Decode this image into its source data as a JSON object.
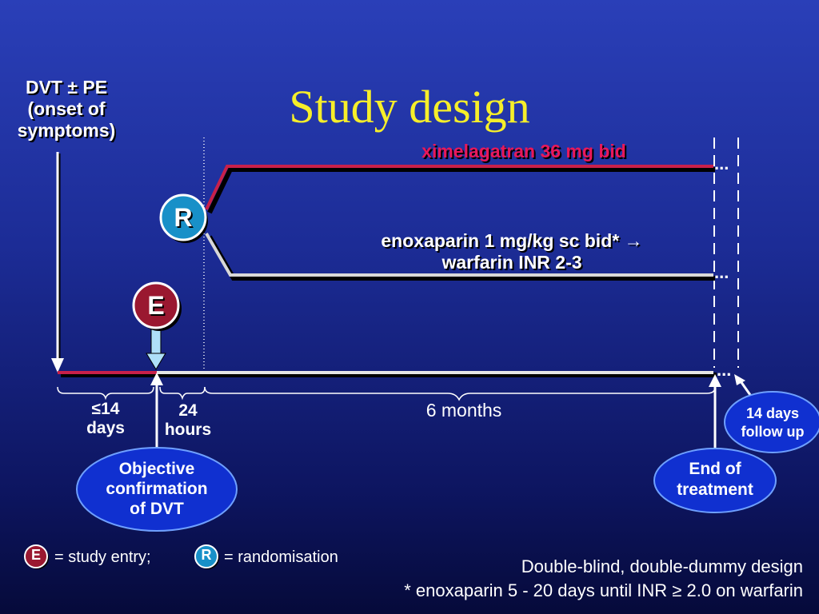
{
  "title": "Study design",
  "onset_label": [
    "DVT ± PE",
    "(onset of",
    "symptoms)"
  ],
  "arms": {
    "ximelagatran": "ximelagatran 36 mg bid",
    "enoxaparin_line1": "enoxaparin 1 mg/kg sc bid* →",
    "enoxaparin_line2": "warfarin INR 2-3"
  },
  "markers": {
    "randomisation": "R",
    "entry": "E"
  },
  "intervals": {
    "pre_entry": [
      "≤14",
      "days"
    ],
    "to_randomisation": [
      "24",
      "hours"
    ],
    "treatment": "6 months"
  },
  "bubbles": {
    "objective": [
      "Objective",
      "confirmation",
      "of DVT"
    ],
    "end": [
      "End of",
      "treatment"
    ],
    "follow_up": [
      "14 days",
      "follow up"
    ]
  },
  "legend": {
    "entry_symbol": "E",
    "entry_text": "= study entry;",
    "rand_symbol": "R",
    "rand_text": "= randomisation"
  },
  "footnotes": {
    "design": "Double-blind, double-dummy design",
    "enox": "* enoxaparin 5 - 20 days until INR ≥ 2.0 on warfarin"
  },
  "colors": {
    "ximelagatran_line": "#c8204a",
    "enoxaparin_line": "#d8d8d8",
    "xim_text": "#e8185a",
    "title": "#f6ee2a",
    "bubble_blue": "#1030d0",
    "e_circle": "#9a1830",
    "r_circle": "#1890c8"
  }
}
